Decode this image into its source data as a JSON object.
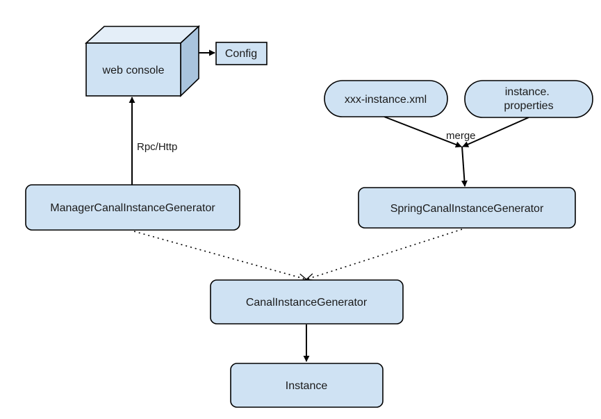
{
  "colors": {
    "node_fill": "#cfe2f3",
    "node_side": "#a9c4dd",
    "node_top": "#e4eef8",
    "stroke": "#000000"
  },
  "nodes": {
    "web_console": "web console",
    "config": "Config",
    "xxx_instance_xml": "xxx-instance.xml",
    "instance_properties_line1": "instance.",
    "instance_properties_line2": "properties",
    "manager_generator": "ManagerCanalInstanceGenerator",
    "spring_generator": "SpringCanalInstanceGenerator",
    "canal_instance_generator": "CanalInstanceGenerator",
    "instance": "Instance"
  },
  "edges": {
    "rpc_http": "Rpc/Http",
    "merge": "merge"
  }
}
